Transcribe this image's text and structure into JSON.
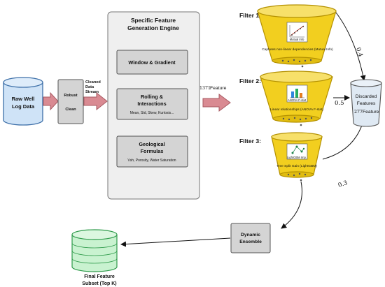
{
  "raw_data": {
    "line1": "Raw Well",
    "line2": "Log Data"
  },
  "preprocess": {
    "robust": "Robust",
    "clean": "Clean"
  },
  "arrow_label": {
    "line1": "Cleaned",
    "line2": "Data",
    "line3": "Stream"
  },
  "engine": {
    "title_line1": "Specific Feature",
    "title_line2": "Generation Engine",
    "boxes": [
      {
        "title_line1": "Window & Gradient",
        "title_line2": "",
        "subtitle": ""
      },
      {
        "title_line1": "Rolling &",
        "title_line2": "Interactions",
        "subtitle": "Mean, Std, Skew, Kurtosis..."
      },
      {
        "title_line1": "Geological",
        "title_line2": "Formulas",
        "subtitle": "Vsh, Porosity, Water Saturation"
      }
    ]
  },
  "feature_count": {
    "number": "1371",
    "label": "Feature"
  },
  "filters": [
    {
      "label": "Filter 1:",
      "chart_title": "Mutual Info",
      "caption": "Captures non-linear dependencies (Mutual Info)"
    },
    {
      "label": "Filter 2:",
      "chart_title": "ANOVA F-stat",
      "caption": "Linear relationships (ANOVA F-stat)"
    },
    {
      "label": "Filter 3:",
      "chart_title": "LightGBM Imp.",
      "caption": "Tree Split Gain (LightGBM)"
    }
  ],
  "discard_ratios": [
    "0.4",
    "0.5",
    "0.3"
  ],
  "discarded": {
    "line1": "Discarded",
    "line2": "Features",
    "number": "277",
    "label": "Feature"
  },
  "ensemble": {
    "line1": "Dynamic",
    "line2": "Ensemble"
  },
  "final": {
    "line1": "Final Feature",
    "line2": "Subset (Top K)"
  },
  "colors": {
    "funnel_fill": "#f2cf1f",
    "funnel_stroke": "#b39000",
    "db_fill": "#cfe3f7",
    "db_stroke": "#3d6fa8",
    "final_fill": "#c9f2d0",
    "final_stroke": "#2e9a4a",
    "arrow_fill": "#d98a92",
    "engine_fill": "#efefef",
    "box_fill": "#d4d4d4"
  }
}
